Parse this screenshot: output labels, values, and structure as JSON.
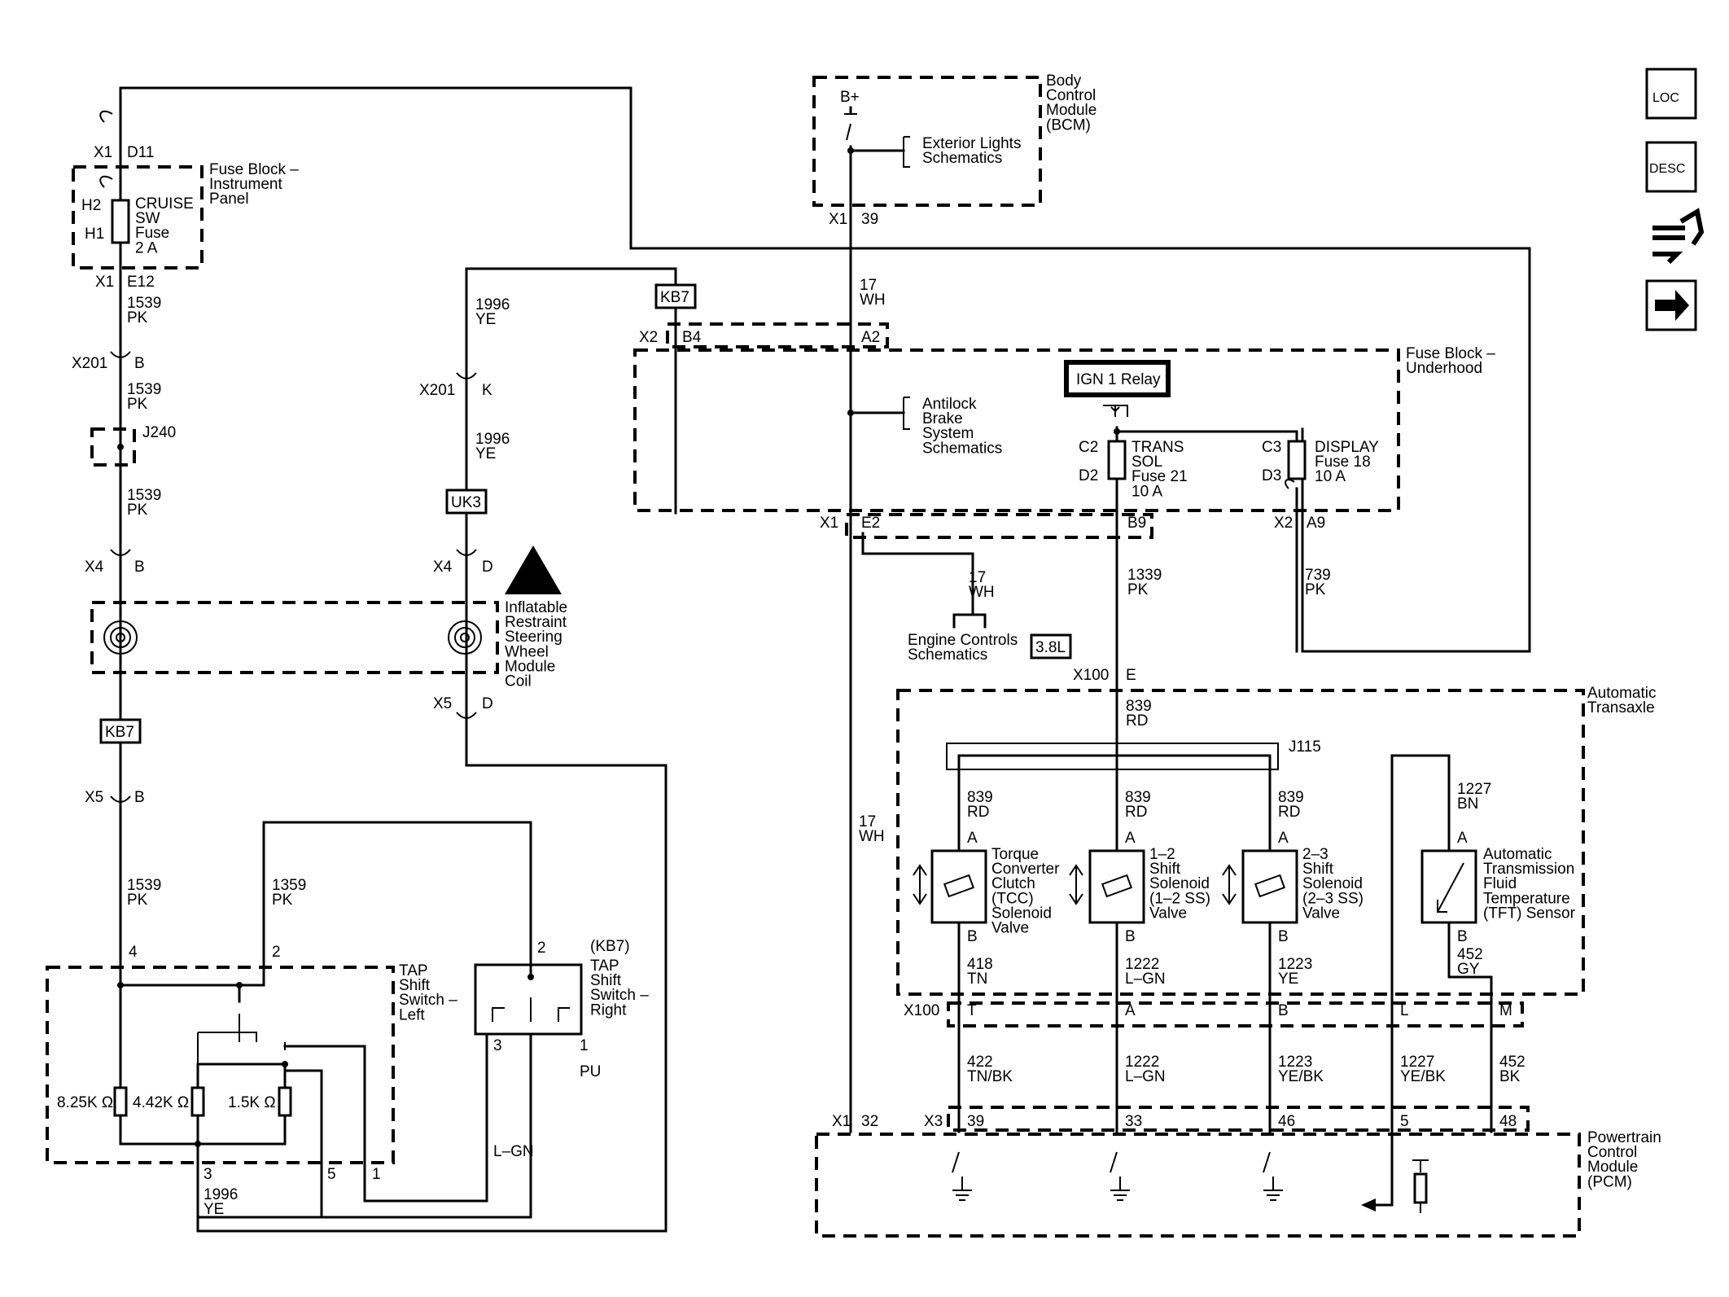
{
  "modules": {
    "fuse_block_ip": "Fuse Block –\nInstrument\nPanel",
    "bcm": "Body\nControl\nModule\n(BCM)",
    "fuse_block_uh": "Fuse Block –\nUnderhood",
    "irs_coil": "Inflatable\nRestraint\nSteering\nWheel\nModule\nCoil",
    "tap_left": "TAP\nShift\nSwitch –\nLeft",
    "tap_right": "TAP\nShift\nSwitch –\nRight",
    "transaxle": "Automatic\nTransaxle",
    "pcm": "Powertrain\nControl\nModule\n(PCM)"
  },
  "components": {
    "cruise_fuse": "CRUISE\nSW\nFuse\n2 A",
    "trans_sol_fuse": "TRANS\nSOL\nFuse 21\n10 A",
    "display_fuse": "DISPLAY\nFuse 18\n10 A",
    "ign_relay": "IGN 1 Relay",
    "tcc": "Torque\nConverter\nClutch\n(TCC)\nSolenoid\nValve",
    "ss12": "1–2\nShift\nSolenoid\n(1–2 SS)\nValve",
    "ss23": "2–3\nShift\nSolenoid\n(2–3 SS)\nValve",
    "tft": "Automatic\nTransmission\nFluid\nTemperature\n(TFT) Sensor",
    "exterior_lights": "Exterior Lights\nSchematics",
    "abs": "Antilock\nBrake\nSystem\nSchematics",
    "engine_controls": "Engine Controls\nSchematics",
    "r_825": "8.25K Ω",
    "r_442": "4.42K Ω",
    "r_15": "1.5K Ω",
    "bplus": "B+"
  },
  "tags": {
    "kb7": "KB7",
    "uk3": "UK3",
    "kb7_paren": "(KB7)",
    "engine": "3.8L"
  },
  "splices": {
    "j240": "J240",
    "j115": "J115"
  },
  "wires": {
    "w1539": "1539\nPK",
    "w1996": "1996\nYE",
    "w1359": "1359\nPK",
    "w17": "17\nWH",
    "w1339": "1339\nPK",
    "w739": "739\nPK",
    "w839": "839\nRD",
    "w1227": "1227\nBN",
    "w418": "418\nTN",
    "w1222": "1222\nL–GN",
    "w1223": "1223\nYE",
    "w452gy": "452\nGY",
    "w422": "422\nTN/BK",
    "w1223b": "1223\nYE/BK",
    "w1227b": "1227\nYE/BK",
    "w452bk": "452\nBK",
    "lgn": "L–GN",
    "pu": "PU"
  },
  "connectors": {
    "x1": "X1",
    "x2": "X2",
    "x3": "X3",
    "x4": "X4",
    "x5": "X5",
    "x100": "X100",
    "x201": "X201",
    "p_d11": "D11",
    "p_e12": "E12",
    "p_h1": "H1",
    "p_h2": "H2",
    "p_b": "B",
    "p_k": "K",
    "p_d": "D",
    "p_39": "39",
    "p_b4": "B4",
    "p_a2": "A2",
    "p_c2": "C2",
    "p_d2": "D2",
    "p_c3": "C3",
    "p_d3": "D3",
    "p_e2": "E2",
    "p_b9": "B9",
    "p_a9": "A9",
    "p_e": "E",
    "p_a": "A",
    "p_t": "T",
    "p_l": "L",
    "p_m": "M",
    "p_32": "32",
    "p_33": "33",
    "p_46": "46",
    "p_5": "5",
    "p_48": "48",
    "p_1": "1",
    "p_2": "2",
    "p_3": "3",
    "p_4": "4"
  },
  "sidebar": {
    "loc": "LOC",
    "desc": "DESC"
  }
}
